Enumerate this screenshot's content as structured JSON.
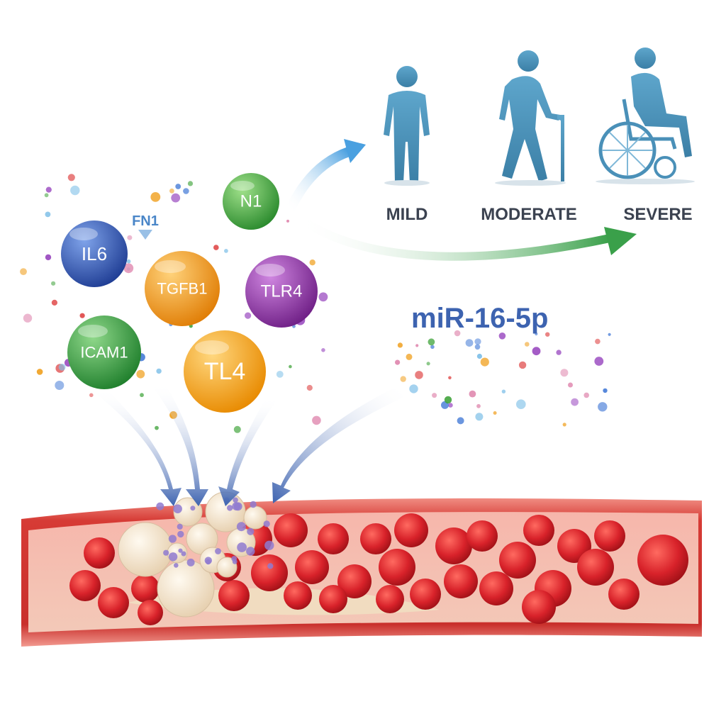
{
  "molecules": [
    {
      "id": "il6",
      "label": "IL6",
      "color": "#2f4fa8"
    },
    {
      "id": "n1",
      "label": "N1",
      "color": "#3fa33a"
    },
    {
      "id": "tgfb1",
      "label": "TGFB1",
      "color": "#f0950f"
    },
    {
      "id": "tlr4",
      "label": "TLR4",
      "color": "#8a2e9e"
    },
    {
      "id": "icam1",
      "label": "ICAM1",
      "color": "#2f9a3a"
    },
    {
      "id": "tl4",
      "label": "TL4",
      "color": "#f39a10"
    }
  ],
  "fn1_label": "FN1",
  "mirna_label": "miR-16-5p",
  "severity": {
    "stages": [
      {
        "id": "mild",
        "label": "MILD",
        "figure": "standing-person-icon"
      },
      {
        "id": "moderate",
        "label": "MODERATE",
        "figure": "person-with-cane-icon"
      },
      {
        "id": "severe",
        "label": "SEVERE",
        "figure": "person-in-wheelchair-icon"
      }
    ]
  },
  "colors": {
    "figure": "#4a90b8",
    "vessel": "#d9453f",
    "rbc": "#d8222a",
    "plaque": "#f1dcc0",
    "arrow_blue": "#3d63b0",
    "arrow_green": "#3aa04a"
  }
}
